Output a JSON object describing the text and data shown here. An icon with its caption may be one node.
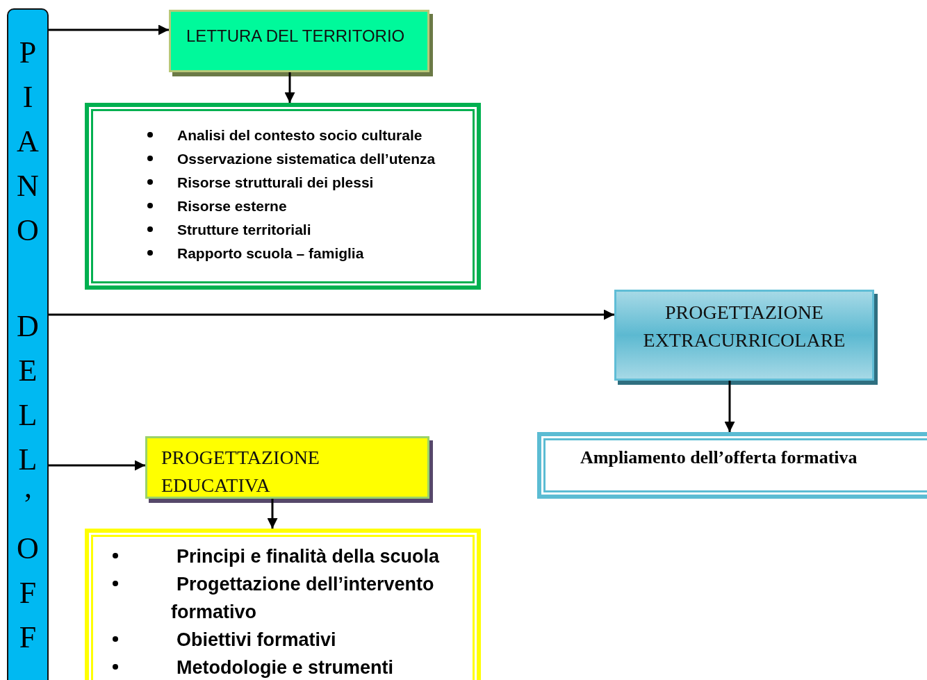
{
  "diagram": {
    "nodes": [
      {
        "text": [
          "PIANO DELL’OFF"
        ]
      },
      {
        "text": [
          "LETTURA DEL TERRITORIO"
        ]
      },
      {
        "text": [
          "Analisi del contesto socio culturale",
          "Osservazione sistematica dell’utenza",
          "Risorse strutturali dei plessi",
          "Risorse esterne",
          "Strutture territoriali",
          "Rapporto scuola – famiglia"
        ]
      },
      {
        "text": [
          "PROGETTAZIONE EXTRACURRICOLARE"
        ]
      },
      {
        "text": [
          "Ampliamento dell’offerta formativa"
        ]
      },
      {
        "text": [
          "PROGETTAZIONE EDUCATIVA"
        ]
      },
      {
        "text": [
          "Principi e finalità della scuola",
          "Progettazione dell’intervento formativo",
          "Obiettivi formativi",
          "Metodologie e strumenti"
        ]
      }
    ],
    "edges": [
      {
        "from": 0,
        "to": 1,
        "arrow": "to"
      },
      {
        "from": 1,
        "to": 2,
        "arrow": "to"
      },
      {
        "from": 0,
        "to": 3,
        "arrow": "to"
      },
      {
        "from": 3,
        "to": 4,
        "arrow": "to"
      },
      {
        "from": 0,
        "to": 5,
        "arrow": "to"
      },
      {
        "from": 5,
        "to": 6,
        "arrow": "to"
      }
    ]
  }
}
